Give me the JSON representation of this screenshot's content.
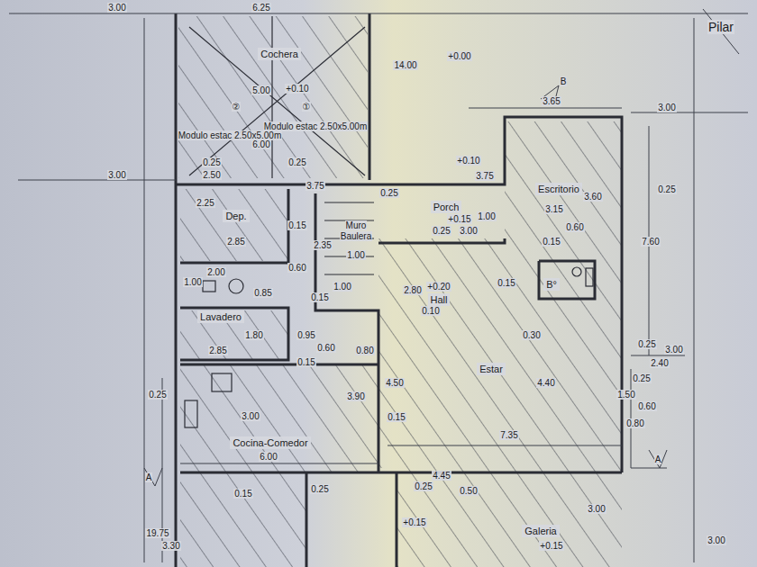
{
  "diagram": {
    "nodes": [
      {
        "text": [
          "Cochera"
        ]
      },
      {
        "text": [
          "Escritorio"
        ]
      },
      {
        "text": [
          "Porch"
        ]
      },
      {
        "text": [
          "Dep."
        ]
      },
      {
        "text": [
          "Lavadero"
        ]
      },
      {
        "text": [
          "Hall"
        ]
      },
      {
        "text": [
          "B°"
        ]
      },
      {
        "text": [
          "Estar"
        ]
      },
      {
        "text": [
          "Cocina-Comedor"
        ]
      },
      {
        "text": [
          "Galeria"
        ]
      }
    ],
    "labels": [
      "Pilar",
      "3.00",
      "6.25",
      "14.00",
      "+0.00",
      "+0.10",
      "5.00",
      "6.00",
      "Modulo estac 2.50x5.00m",
      "Modulo estac 2.50x5.00m",
      "①",
      "②",
      "0.25",
      "2.50",
      "0.25",
      "3.00",
      "3.75",
      "0.25",
      "3.65",
      "B",
      "3.00",
      "3.75",
      "+0.10",
      "3.15",
      "3.60",
      "0.25",
      "0.60",
      "7.60",
      "0.15",
      "+0.15",
      "0.25",
      "3.00",
      "1.00",
      "Muro",
      "Baulera",
      "2.35",
      "1.00",
      "1.00",
      "0.15",
      "2.25",
      "2.85",
      "0.15",
      "0.60",
      "1.00",
      "2.00",
      "0.85",
      "1.80",
      "2.85",
      "0.95",
      "0.60",
      "0.15",
      "0.80",
      "+0.20",
      "2.80",
      "0.10",
      "0.15",
      "0.30",
      "4.40",
      "7.35",
      "4.50",
      "0.15",
      "3.90",
      "0.25",
      "3.00",
      "2.40",
      "0.25",
      "1.50",
      "0.60",
      "0.80",
      "A",
      "0.25",
      "3.00",
      "6.00",
      "A",
      "19.75",
      "3.30",
      "0.15",
      "0.25",
      "0.25",
      "0.50",
      "4.45",
      "3.00",
      "+0.15",
      "+0.15",
      "3.00"
    ]
  }
}
